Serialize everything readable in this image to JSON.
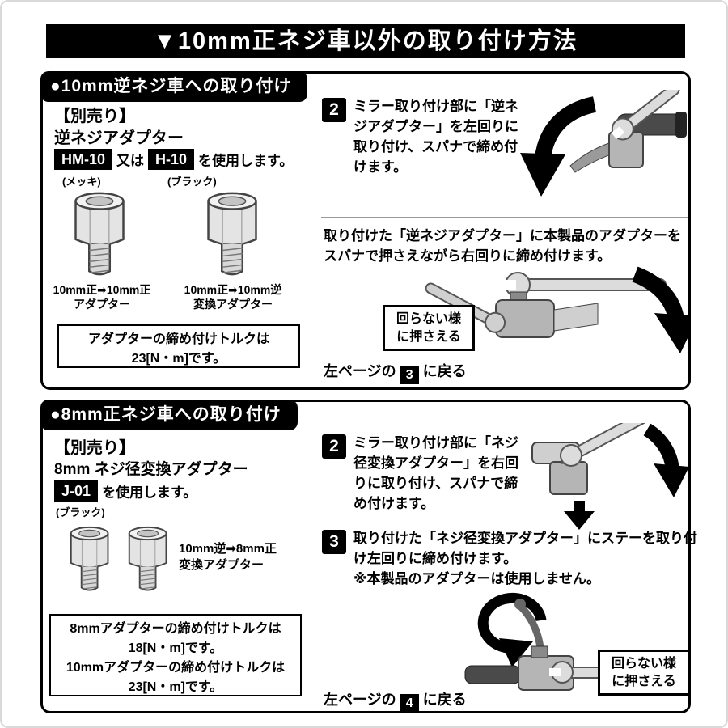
{
  "page": {
    "title": "▼10mm正ネジ車以外の取り付け方法"
  },
  "section1": {
    "header": "●10mm逆ネジ車への取り付け",
    "betsuuri": "【別売り】",
    "adapter_title": "逆ネジアダプター",
    "model_a": "HM-10",
    "or_text": "又は",
    "model_b": "H-10",
    "use_suffix": "を使用します。",
    "finish_a": "(メッキ)",
    "finish_b": "(ブラック)",
    "adapter_a_label_1": "10mm正➡10mm正",
    "adapter_a_label_2": "アダプター",
    "adapter_b_label_1": "10mm正➡10mm逆",
    "adapter_b_label_2": "変換アダプター",
    "torque_line_1": "アダプターの締め付けトルクは",
    "torque_line_2": "23[N・m]です。",
    "step2_num": "2",
    "step2_text": "ミラー取り付け部に「逆ネジアダプター」を左回りに取り付け、スパナで締め付けます。",
    "step3_text": "取り付けた「逆ネジアダプター」に本製品のアダプターをスパナで押さえながら右回りに締め付けます。",
    "hold_label_1": "回らない様",
    "hold_label_2": "に押さえる",
    "return_prefix": "左ページの",
    "return_num": "3",
    "return_suffix": "に戻る"
  },
  "section2": {
    "header": "●8mm正ネジ車への取り付け",
    "betsuuri": "【別売り】",
    "adapter_title": "8mm ネジ径変換アダプター",
    "model": "J-01",
    "use_suffix": "を使用します。",
    "finish": "(ブラック)",
    "adapter_label_1": "10mm逆➡8mm正",
    "adapter_label_2": "変換アダプター",
    "torque_line_1": "8mmアダプターの締め付けトルクは",
    "torque_line_2": "18[N・m]です。",
    "torque_line_3": "10mmアダプターの締め付けトルクは",
    "torque_line_4": "23[N・m]です。",
    "step2_num": "2",
    "step2_text": "ミラー取り付け部に「ネジ径変換アダプター」を右回りに取り付け、スパナで締め付けます。",
    "step3_num": "3",
    "step3_text_1": "取り付けた「ネジ径変換アダプター」にステーを取り付け左回りに締め付けます。",
    "step3_text_2": "※本製品のアダプターは使用しません。",
    "hold_label_1": "回らない様",
    "hold_label_2": "に押さえる",
    "return_prefix": "左ページの",
    "return_num": "4",
    "return_suffix": "に戻る"
  }
}
